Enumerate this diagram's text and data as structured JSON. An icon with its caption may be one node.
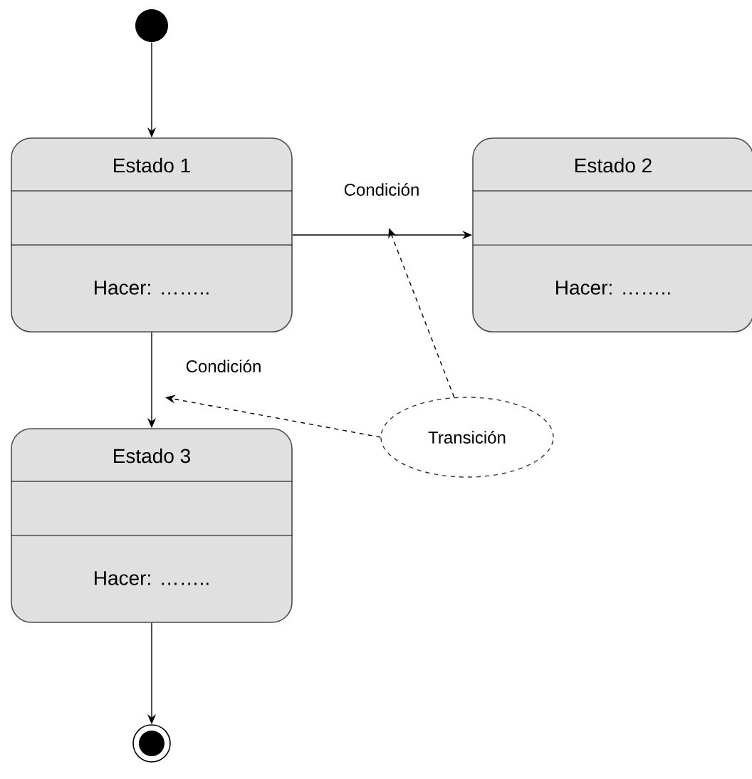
{
  "diagram": {
    "nodes": [
      {
        "text": [],
        "shape": "circle"
      },
      {
        "text": [
          "Estado 1",
          "Hacer: …….."
        ]
      },
      {
        "text": [
          "Estado 2",
          "Hacer: …….."
        ]
      },
      {
        "text": [
          "Estado 3",
          "Hacer: …….."
        ]
      },
      {
        "text": [],
        "shape": "circle"
      },
      {
        "text": [
          "Transición"
        ]
      }
    ],
    "edges": [
      {
        "from": 0,
        "to": 1,
        "arrow": "to"
      },
      {
        "from": 1,
        "to": 2,
        "arrow": "to",
        "label": "Condición"
      },
      {
        "from": 1,
        "to": 3,
        "arrow": "to",
        "label": "Condición"
      },
      {
        "from": 3,
        "to": 4,
        "arrow": "to"
      },
      {
        "from": 5,
        "to": null,
        "arrow": "to",
        "style": "dashed"
      },
      {
        "from": 5,
        "to": null,
        "arrow": "to",
        "style": "dashed"
      }
    ]
  }
}
